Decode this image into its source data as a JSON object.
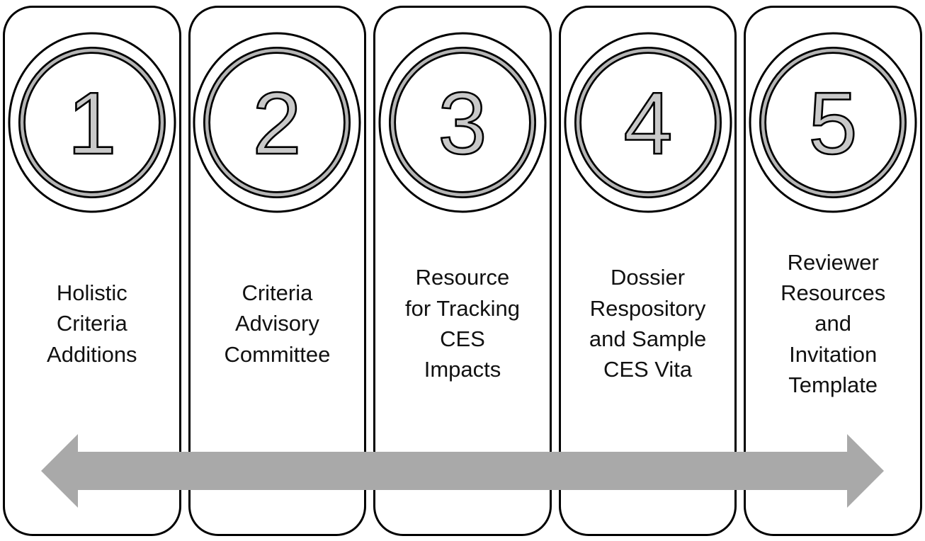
{
  "diagram": {
    "steps": [
      {
        "number": "1",
        "label": "Holistic\nCriteria\nAdditions"
      },
      {
        "number": "2",
        "label": "Criteria\nAdvisory\nCommittee"
      },
      {
        "number": "3",
        "label": "Resource\nfor Tracking\nCES\nImpacts"
      },
      {
        "number": "4",
        "label": "Dossier\nRespository\nand Sample\nCES Vita"
      },
      {
        "number": "5",
        "label": "Reviewer\nResources\nand\nInvitation\nTemplate"
      }
    ],
    "arrow": {
      "direction": "bidirectional",
      "color": "#a9a9a9"
    },
    "colors": {
      "card_border": "#000000",
      "ring_gray": "#b5b5b5",
      "number_fill": "#c9c9c9",
      "text": "#111111",
      "background": "#ffffff"
    }
  }
}
